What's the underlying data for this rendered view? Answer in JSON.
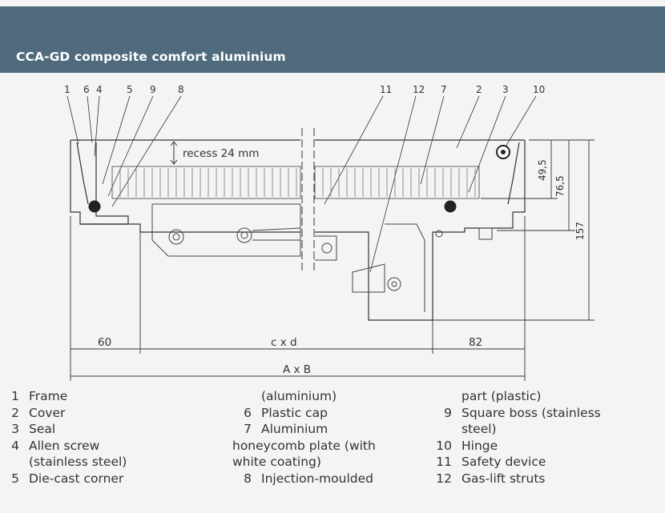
{
  "header": {
    "title": "CCA-GD composite comfort aluminium"
  },
  "callouts": [
    "1",
    "6",
    "4",
    "5",
    "9",
    "8",
    "11",
    "12",
    "7",
    "2",
    "3",
    "10"
  ],
  "dimensions": {
    "recess": "recess 24 mm",
    "d1": "49,5",
    "d2": "76,5",
    "d3": "157",
    "w_left": "60",
    "w_mid": "c x d",
    "w_right": "82",
    "w_total": "A x B"
  },
  "legend": {
    "col1": [
      {
        "num": "1",
        "text": "Frame"
      },
      {
        "num": "2",
        "text": "Cover"
      },
      {
        "num": "3",
        "text": "Seal"
      },
      {
        "num": "4",
        "text": "Allen screw"
      },
      {
        "num": "",
        "text": "(stainless steel)"
      },
      {
        "num": "5",
        "text": "Die-cast corner"
      }
    ],
    "col2": [
      {
        "num": "",
        "text": "(aluminium)"
      },
      {
        "num": "6",
        "text": "Plastic cap"
      },
      {
        "num": "7",
        "text": "Aluminium"
      },
      {
        "num": "",
        "text": "honeycomb plate (with",
        "flush": true
      },
      {
        "num": "",
        "text": "white coating)",
        "flush": true
      },
      {
        "num": "8",
        "text": "Injection-moulded"
      }
    ],
    "col3": [
      {
        "num": "",
        "text": "part (plastic)"
      },
      {
        "num": "9",
        "text": "Square boss (stainless"
      },
      {
        "num": "",
        "text": "steel)"
      },
      {
        "num": "10",
        "text": "Hinge"
      },
      {
        "num": "11",
        "text": "Safety device"
      },
      {
        "num": "12",
        "text": "Gas-lift struts"
      }
    ]
  }
}
